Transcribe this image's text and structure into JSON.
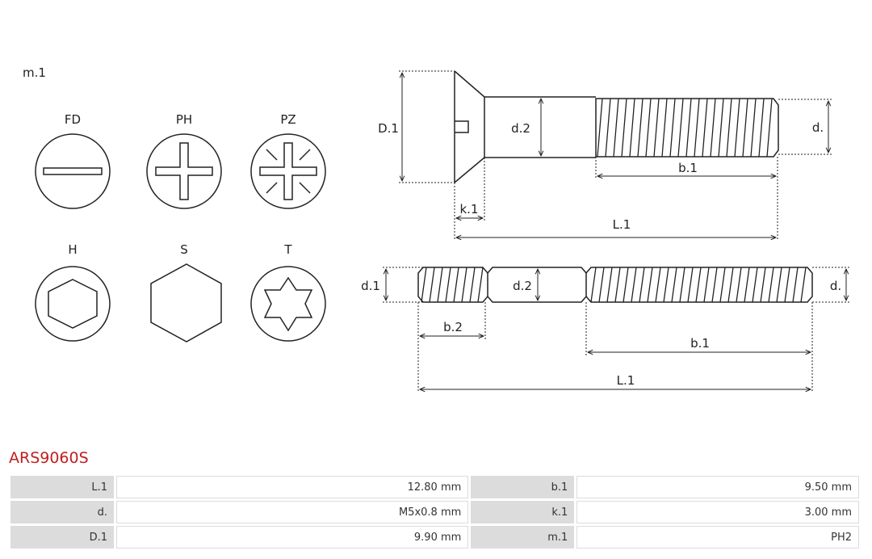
{
  "drive_key_label": "m.1",
  "drive_types": [
    {
      "code": "FD"
    },
    {
      "code": "PH"
    },
    {
      "code": "PZ"
    },
    {
      "code": "H"
    },
    {
      "code": "S"
    },
    {
      "code": "T"
    }
  ],
  "dimension_labels": {
    "head_diameter": "D.1",
    "shank_diameter": "d.2",
    "thread_diameter": "d.",
    "thread_length": "b.1",
    "head_height": "k.1",
    "total_length": "L.1",
    "stud_end_diameter": "d.1",
    "stud_mid_diameter": "d.2",
    "stud_thread_diameter": "d.",
    "stud_short_thread": "b.2",
    "stud_long_thread": "b.1",
    "stud_total_length": "L.1"
  },
  "product": {
    "code": "ARS9060S"
  },
  "specs": [
    {
      "label": "L.1",
      "value": "12.80 mm",
      "label2": "b.1",
      "value2": "9.50 mm"
    },
    {
      "label": "d.",
      "value": "M5x0.8 mm",
      "label2": "k.1",
      "value2": "3.00 mm"
    },
    {
      "label": "D.1",
      "value": "9.90 mm",
      "label2": "m.1",
      "value2": "PH2"
    }
  ]
}
